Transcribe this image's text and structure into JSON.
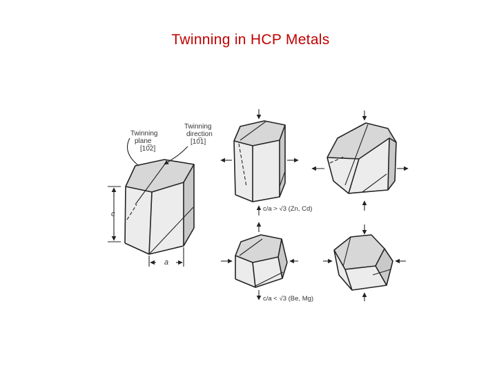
{
  "slide": {
    "title": "Twinning in HCP Metals",
    "title_color": "#c00000"
  },
  "figure": {
    "twinning_plane_label_1": "Twinning",
    "twinning_plane_label_2": "plane",
    "twinning_plane_index": "[10̅2]",
    "twinning_direction_label_1": "Twinning",
    "twinning_direction_label_2": "direction",
    "twinning_direction_index": "[10̅1]",
    "c_axis_label": "c",
    "a_axis_label": "a",
    "case_greater": "c/a > √3 (Zn, Cd)",
    "case_less": "c/a < √3 (Be, Mg)"
  }
}
